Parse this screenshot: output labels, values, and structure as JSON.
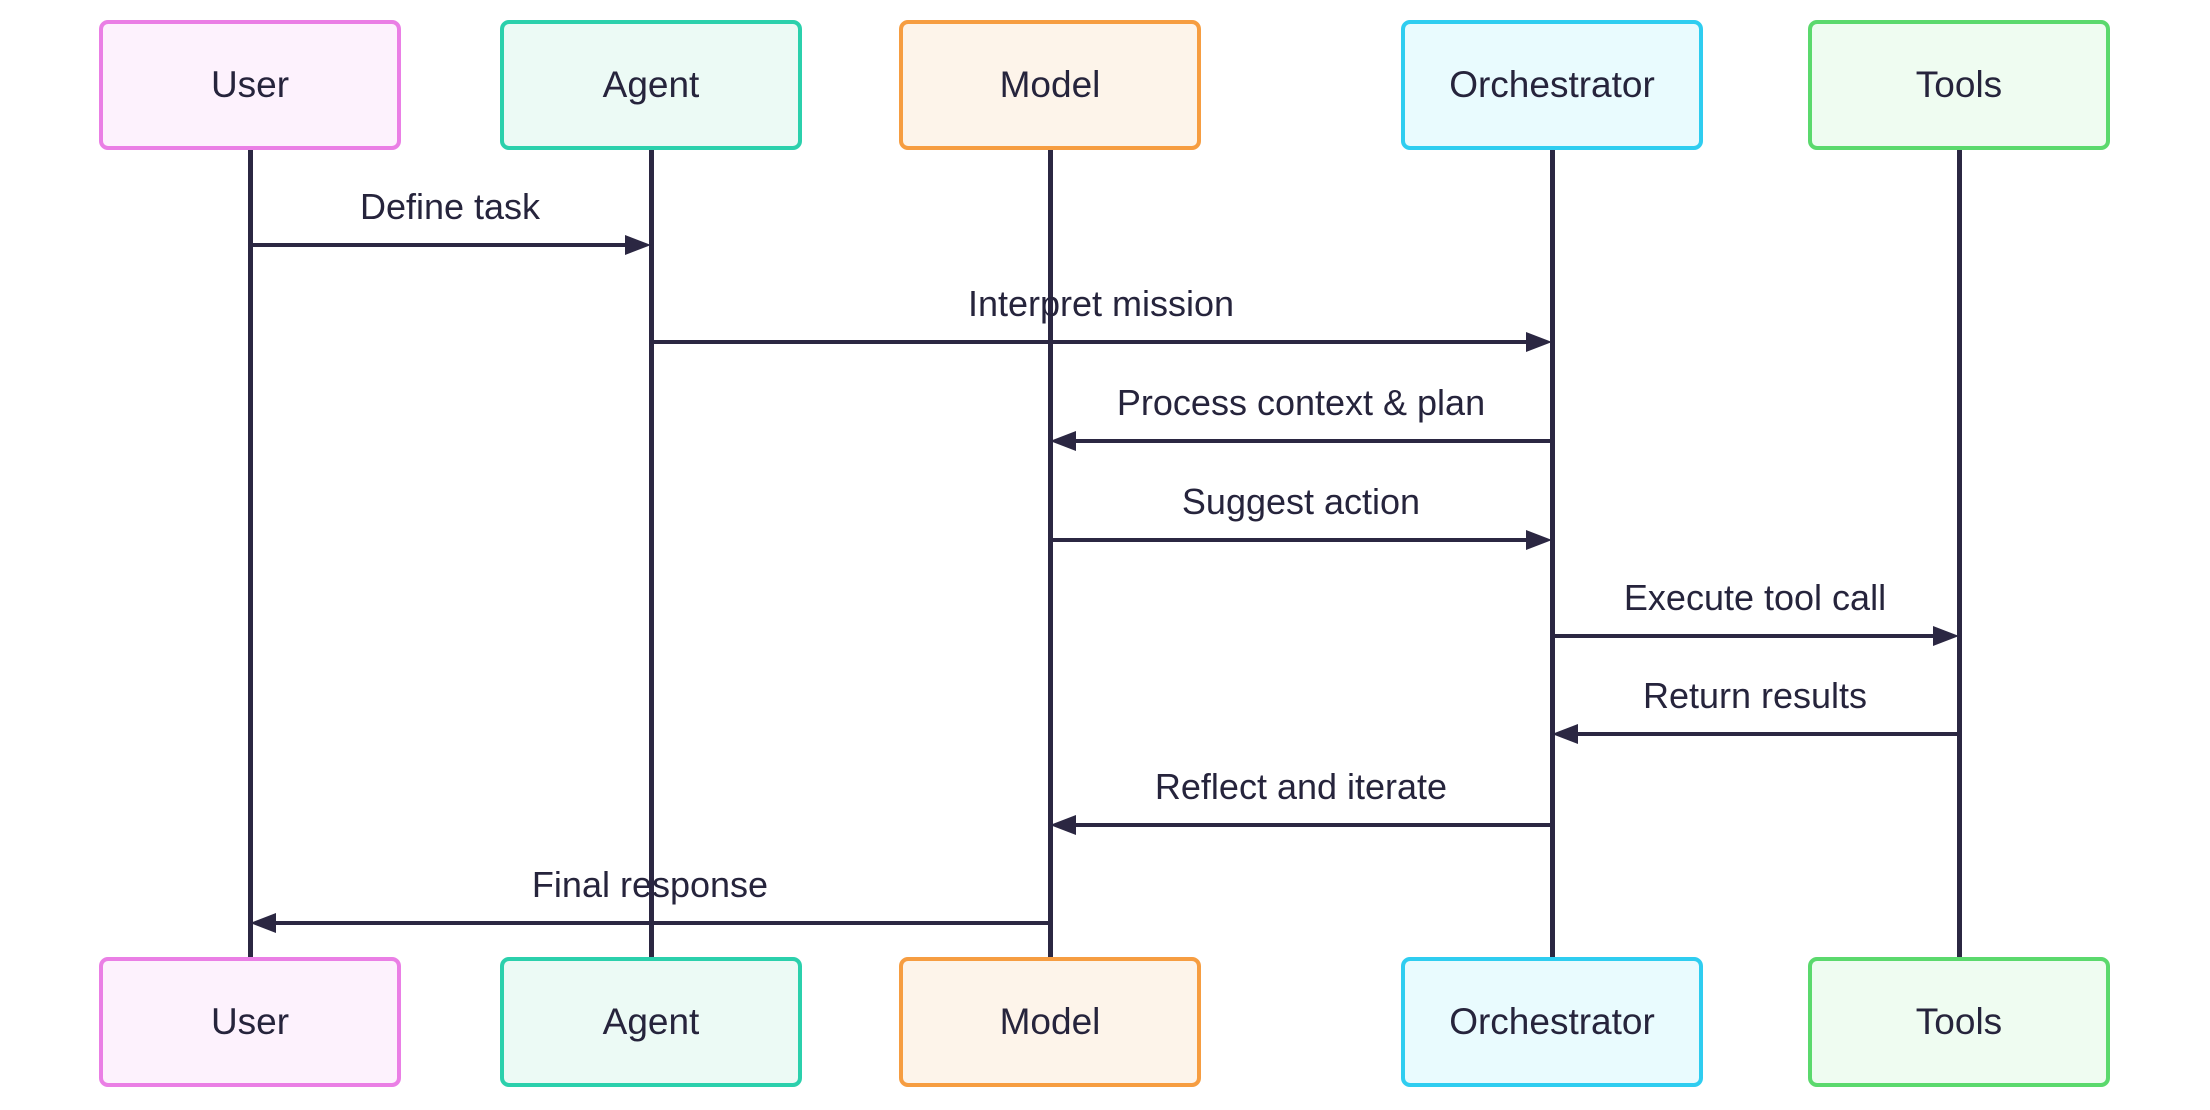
{
  "diagram_type": "sequence-diagram",
  "colors": {
    "background": "#ffffff",
    "line": "#2b2742",
    "text": "#26243c"
  },
  "actors": [
    {
      "id": "user",
      "label": "User",
      "border_color": "#ea7fe5",
      "fill_color": "#fdf2fd"
    },
    {
      "id": "agent",
      "label": "Agent",
      "border_color": "#2bd0ac",
      "fill_color": "#ecfaf5"
    },
    {
      "id": "model",
      "label": "Model",
      "border_color": "#f69d41",
      "fill_color": "#fdf4ea"
    },
    {
      "id": "orchestrator",
      "label": "Orchestrator",
      "border_color": "#2fcdf0",
      "fill_color": "#e9fbfe"
    },
    {
      "id": "tools",
      "label": "Tools",
      "border_color": "#5bd96d",
      "fill_color": "#effcf1"
    }
  ],
  "messages": [
    {
      "from": "User",
      "to": "Agent",
      "label": "Define task",
      "direction": "right"
    },
    {
      "from": "Agent",
      "to": "Orchestrator",
      "label": "Interpret mission",
      "direction": "right"
    },
    {
      "from": "Orchestrator",
      "to": "Model",
      "label": "Process context & plan",
      "direction": "left"
    },
    {
      "from": "Model",
      "to": "Orchestrator",
      "label": "Suggest action",
      "direction": "right"
    },
    {
      "from": "Orchestrator",
      "to": "Tools",
      "label": "Execute tool call",
      "direction": "right"
    },
    {
      "from": "Tools",
      "to": "Orchestrator",
      "label": "Return results",
      "direction": "left"
    },
    {
      "from": "Orchestrator",
      "to": "Model",
      "label": "Reflect and iterate",
      "direction": "left"
    },
    {
      "from": "Model",
      "to": "User",
      "label": "Final response",
      "direction": "left"
    }
  ]
}
